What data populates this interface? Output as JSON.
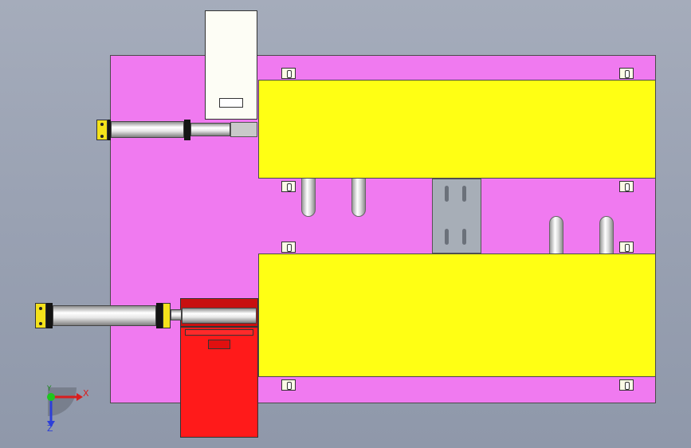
{
  "window": {
    "title": ""
  },
  "viewport": {
    "background_top": "#a5acbb",
    "background_bottom": "#8f98aa",
    "colors": {
      "plate": "#f07af0",
      "cavity_block": "#ffff14",
      "top_motor": "#fdfdf5",
      "bottom_motor": "#ff1a1a",
      "cylinder_caps": "#f4e21b",
      "slide_rail": "#a7aeb7"
    }
  },
  "triad": {
    "icon": "coordinate-triad-icon",
    "x_label": "X",
    "y_label": "Y",
    "z_label": "Z"
  }
}
